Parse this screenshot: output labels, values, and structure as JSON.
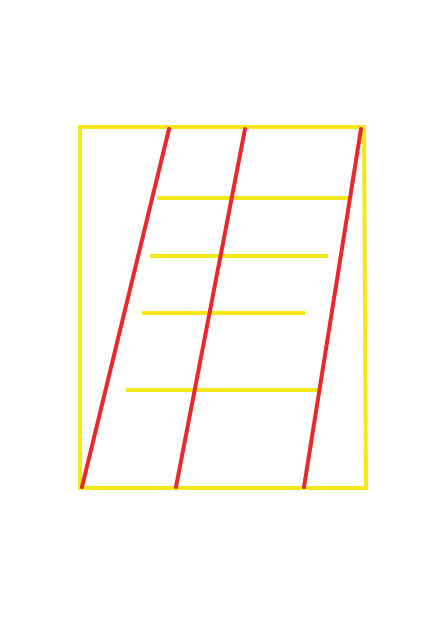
{
  "colors": {
    "background": "#ffffff",
    "frame": "#f5e81a",
    "horizontal_lines": "#f5e81a",
    "slanted_lines": "#e8282a"
  },
  "elements": {
    "frame": "rectangle",
    "horizontal_line_count": 4,
    "slanted_line_count": 3
  }
}
